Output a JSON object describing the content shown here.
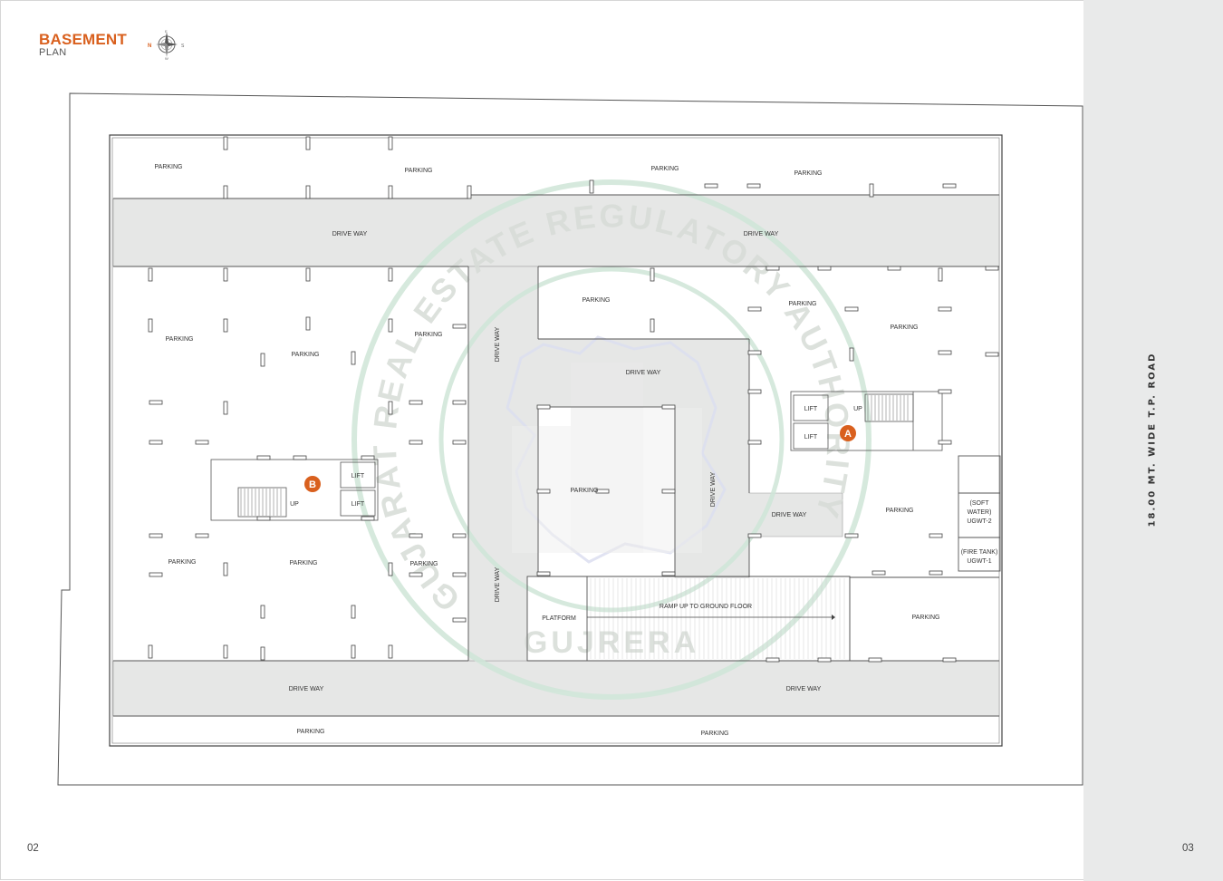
{
  "header": {
    "title": "BASEMENT",
    "subtitle": "PLAN"
  },
  "compass": {
    "north": "N",
    "south": "S",
    "east": "E",
    "west": "W"
  },
  "road_label": "18.00 MT. WIDE T.P. ROAD",
  "pages": {
    "left": "02",
    "right": "03"
  },
  "plan_labels": {
    "parking": "PARKING",
    "drive_way": "DRIVE WAY",
    "lift": "LIFT",
    "up": "UP",
    "platform": "PLATFORM",
    "ramp": "RAMP UP TO GROUND FLOOR",
    "soft_water_1": "(SOFT",
    "soft_water_2": "WATER)",
    "soft_water_3": "UGWT-2",
    "fire_tank_1": "(FIRE TANK)",
    "fire_tank_2": "UGWT-1",
    "marker_a": "A",
    "marker_b": "B"
  },
  "watermark": {
    "ring_text": "GUJARAT REAL ESTATE REGULATORY AUTHORITY",
    "bottom_text": "GUJRERA"
  },
  "colors": {
    "accent": "#d9601e",
    "drive_fill": "#e6e7e6",
    "line": "#444444",
    "watermark": "#cfe6d8"
  }
}
